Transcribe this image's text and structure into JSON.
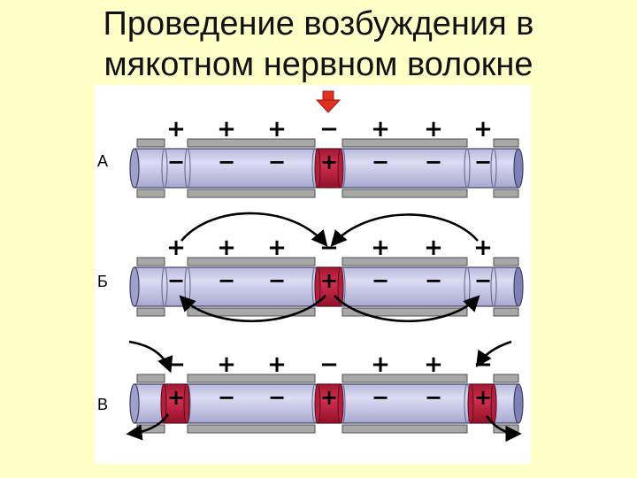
{
  "slide": {
    "title_line1": "Проведение возбуждения в",
    "title_line2": "мякотном нервном волокне"
  },
  "rows": [
    {
      "label": "А",
      "outer_signs": [
        "+",
        "+",
        "+",
        "−",
        "+",
        "+",
        "+"
      ],
      "inner_signs": [
        "−",
        "−",
        "−",
        "+",
        "−",
        "−",
        "−"
      ],
      "active_nodes": [
        3
      ],
      "arrows": "none"
    },
    {
      "label": "Б",
      "outer_signs": [
        "+",
        "+",
        "+",
        "−",
        "+",
        "+",
        "+"
      ],
      "inner_signs": [
        "−",
        "−",
        "−",
        "+",
        "−",
        "−",
        "−"
      ],
      "active_nodes": [
        3
      ],
      "arrows": "local-currents"
    },
    {
      "label": "В",
      "outer_signs": [
        "−",
        "+",
        "+",
        "−",
        "+",
        "+",
        "−"
      ],
      "inner_signs": [
        "+",
        "−",
        "−",
        "+",
        "−",
        "−",
        "+"
      ],
      "active_nodes": [
        0,
        3,
        6
      ],
      "arrows": "propagation"
    }
  ],
  "colors": {
    "background": "#ffffc8",
    "axon": "#c8c8e8",
    "myelin": "#a8a8a8",
    "active_node": "#c02040",
    "stimulus_arrow": "#e03020"
  },
  "icons": {
    "stimulus": "stimulus-arrow-icon"
  }
}
